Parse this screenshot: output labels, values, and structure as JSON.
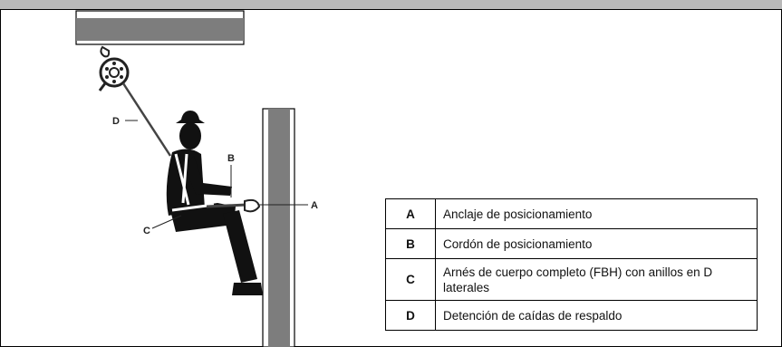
{
  "figure": {
    "callouts": {
      "a": "A",
      "b": "B",
      "c": "C",
      "d": "D"
    }
  },
  "legend": {
    "rows": [
      {
        "key": "A",
        "text": "Anclaje de posicionamiento"
      },
      {
        "key": "B",
        "text": "Cordón de posicionamiento"
      },
      {
        "key": "C",
        "text": "Arnés de cuerpo completo (FBH) con anillos en D laterales"
      },
      {
        "key": "D",
        "text": "Detención de caídas de respaldo"
      }
    ]
  },
  "colors": {
    "beam_fill": "#7d7d7d",
    "top_bar": "#b9b9b9",
    "figure_fill": "#111111"
  }
}
